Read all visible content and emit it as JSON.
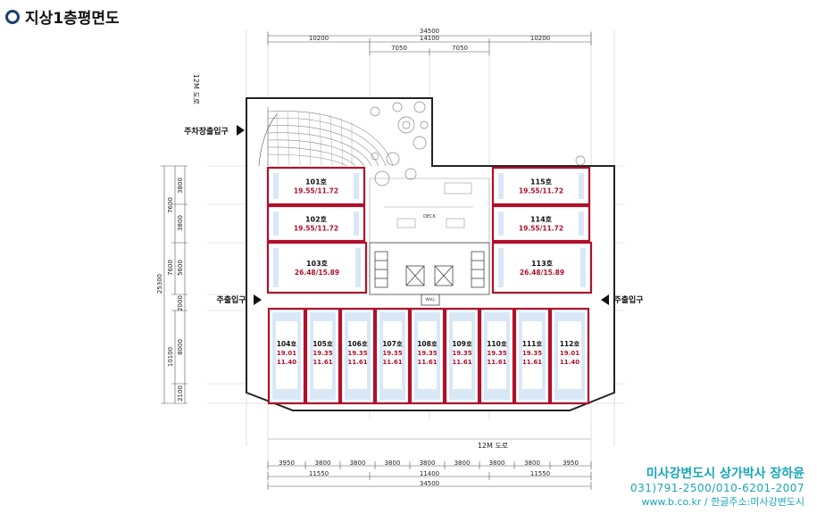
{
  "title": "지상1층평면도",
  "dims_top": {
    "total": "34500",
    "left": "10200",
    "mid": "14100",
    "right": "10200",
    "half1": "7050",
    "half2": "7050"
  },
  "dims_bottom": {
    "segments": [
      "3950",
      "3800",
      "3800",
      "3800",
      "3800",
      "3800",
      "3800",
      "3800",
      "3950"
    ],
    "sub_left": "11550",
    "sub_mid": "11400",
    "sub_right": "11550",
    "total": "34500"
  },
  "dims_left": {
    "a": "3800",
    "b": "3800",
    "c": "5600",
    "d": "2000",
    "e": "8000",
    "f": "2100",
    "g": "7600",
    "h": "7600",
    "i": "10100",
    "total": "25300"
  },
  "labels": {
    "road_side": "12M 도로",
    "road_bottom": "12M 도로",
    "parking_entrance": "주차장출입구",
    "main_entrance_left": "주출입구",
    "main_entrance_right": "주출입구",
    "deck": "DECK",
    "wall": "WALL"
  },
  "units_top": [
    {
      "name": "101호",
      "area": "19.55/11.72"
    },
    {
      "name": "102호",
      "area": "19.55/11.72"
    },
    {
      "name": "103호",
      "area": "26.48/15.89"
    },
    {
      "name": "115호",
      "area": "19.55/11.72"
    },
    {
      "name": "114호",
      "area": "19.55/11.72"
    },
    {
      "name": "113호",
      "area": "26.48/15.89"
    }
  ],
  "units_bottom": [
    {
      "name": "104호",
      "a": "19.01",
      "b": "11.40"
    },
    {
      "name": "105호",
      "a": "19.35",
      "b": "11.61"
    },
    {
      "name": "106호",
      "a": "19.35",
      "b": "11.61"
    },
    {
      "name": "107호",
      "a": "19.35",
      "b": "11.61"
    },
    {
      "name": "108호",
      "a": "19.35",
      "b": "11.61"
    },
    {
      "name": "109호",
      "a": "19.35",
      "b": "11.61"
    },
    {
      "name": "110호",
      "a": "19.35",
      "b": "11.61"
    },
    {
      "name": "111호",
      "a": "19.35",
      "b": "11.61"
    },
    {
      "name": "112호",
      "a": "19.01",
      "b": "11.40"
    }
  ],
  "brand": {
    "line1a": "미사강변도시 ",
    "line1b": "상가박사",
    "line1c": " 장하윤",
    "line2": "031)791-2500/010-6201-2007",
    "line3": "www.b.co.kr / 한글주소:미사강변도시"
  },
  "colors": {
    "unit_border": "#b0102a",
    "unit_fill": "#d9e8f7",
    "text_red": "#b0102a",
    "brand": "#1aa6b7"
  }
}
